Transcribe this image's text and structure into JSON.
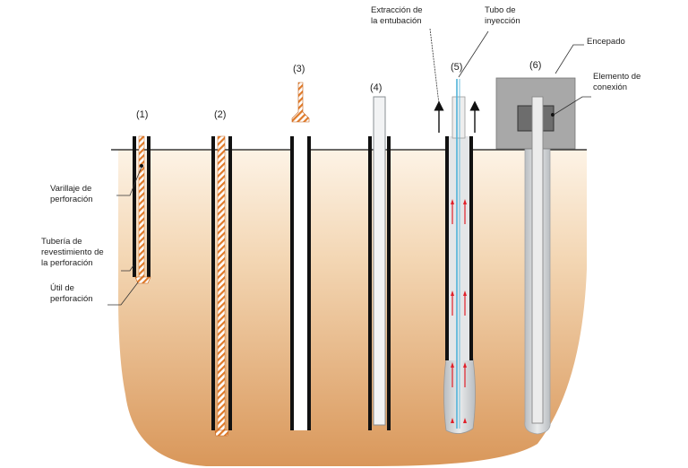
{
  "stages": [
    {
      "number": "(1)"
    },
    {
      "number": "(2)"
    },
    {
      "number": "(3)"
    },
    {
      "number": "(4)"
    },
    {
      "number": "(5)"
    },
    {
      "number": "(6)"
    }
  ],
  "labels": {
    "drill_rod": [
      "Varillaje de",
      "perforación"
    ],
    "casing": [
      "Tubería de",
      "revestimiento de",
      "la perforación"
    ],
    "drill_bit": [
      "Útil de",
      "perforación"
    ],
    "casing_extraction": [
      "Extracción de",
      "la entubación"
    ],
    "injection_tube": [
      "Tubo de",
      "inyección"
    ],
    "pile_cap": [
      "Encepado"
    ],
    "connection_element": [
      "Elemento de",
      "conexión"
    ]
  },
  "colors": {
    "soil_top": "#fdf3e6",
    "soil_bottom": "#d9975a",
    "hatch": "#e07b2a",
    "casing_wall": "#111111",
    "grout": "#cfd3d6",
    "injection_tube": "#4fb3d9",
    "flow_arrow": "#e0202a",
    "pile_cap": "#a8a8a8"
  }
}
